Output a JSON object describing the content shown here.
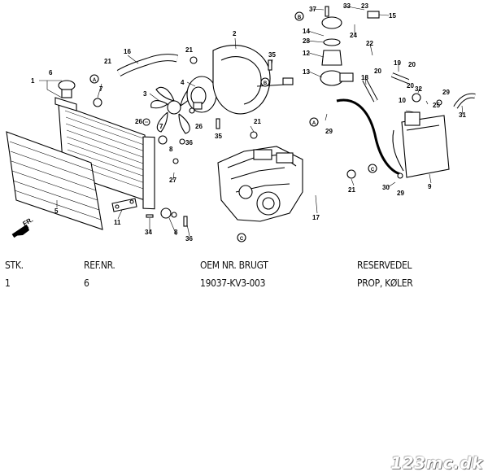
{
  "diagram": {
    "callouts": [
      "1",
      "2",
      "3",
      "4",
      "5",
      "6",
      "7",
      "8",
      "9",
      "10",
      "11",
      "12",
      "13",
      "14",
      "15",
      "16",
      "17",
      "18",
      "19",
      "20",
      "21",
      "22",
      "23",
      "24",
      "25",
      "26",
      "27",
      "28",
      "29",
      "30",
      "31",
      "32",
      "33",
      "34",
      "35",
      "36",
      "37"
    ],
    "circle_labels": [
      "A",
      "B",
      "C"
    ],
    "direction_label": "FR."
  },
  "table": {
    "headers": [
      "STK.",
      "REF.NR.",
      "OEM NR. BRUGT",
      "RESERVEDEL"
    ],
    "rows": [
      [
        "1",
        "6",
        "19037-KV3-003",
        "PROP, KØLER"
      ]
    ]
  },
  "watermark": "123mc.dk"
}
